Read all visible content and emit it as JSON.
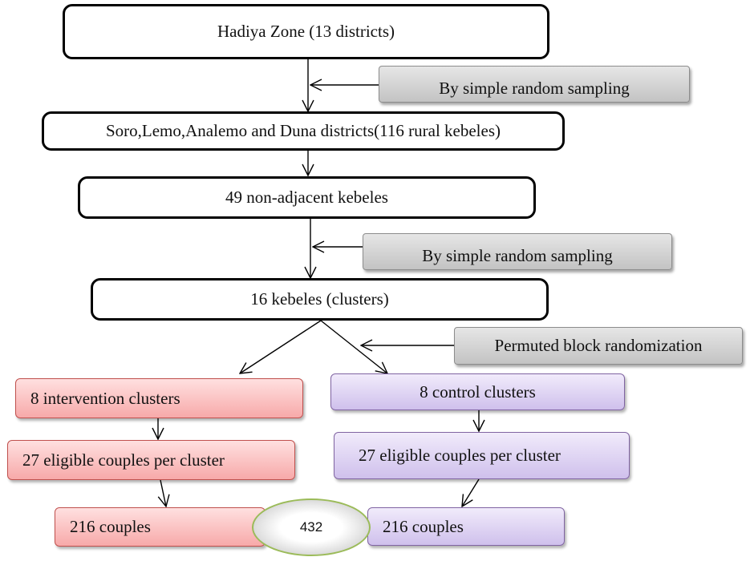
{
  "flowchart": {
    "zone": "Hadiya Zone (13 districts)",
    "sampling_note_1": "By simple random sampling",
    "districts": "Soro,Lemo,Analemo and Duna districts(116 rural kebeles)",
    "non_adjacent": "49 non-adjacent kebeles",
    "sampling_note_2": "By simple random sampling",
    "clusters": "16 kebeles (clusters)",
    "randomization_note": "Permuted block randomization",
    "intervention": {
      "clusters": "8 intervention clusters",
      "couples_per_cluster": "27 eligible couples per cluster",
      "total": "216 couples"
    },
    "control": {
      "clusters": "8 control clusters",
      "couples_per_cluster": "27 eligible couples per cluster",
      "total": "216 couples"
    },
    "grand_total": "432"
  }
}
